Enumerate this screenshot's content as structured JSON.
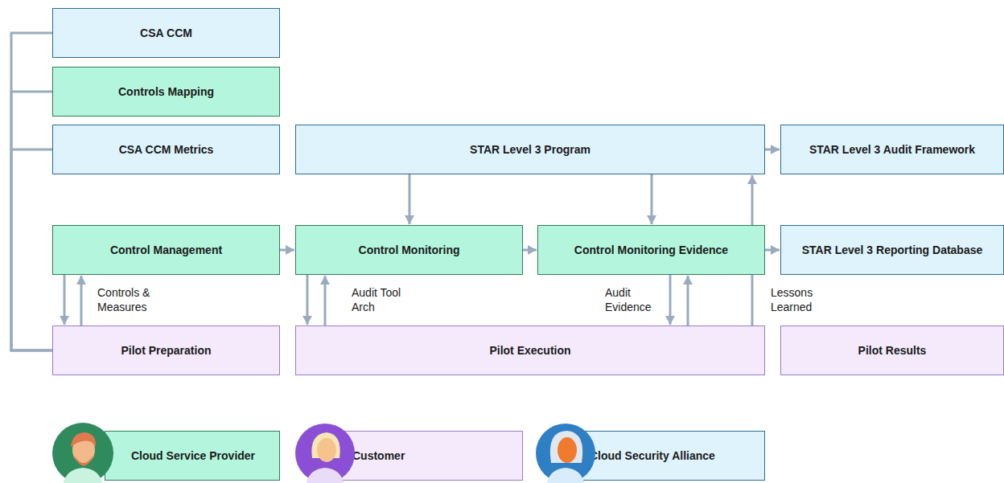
{
  "diagram": {
    "nodes": [
      {
        "text": [
          "CSA CCM"
        ]
      },
      {
        "text": [
          "Controls Mapping"
        ]
      },
      {
        "text": [
          "CSA CCM Metrics"
        ]
      },
      {
        "text": [
          "STAR Level 3 Program"
        ]
      },
      {
        "text": [
          "STAR Level 3 Audit Framework"
        ]
      },
      {
        "text": [
          "Control Management"
        ]
      },
      {
        "text": [
          "Control Monitoring"
        ]
      },
      {
        "text": [
          "Control Monitoring Evidence"
        ]
      },
      {
        "text": [
          "STAR Level 3 Reporting Database"
        ]
      },
      {
        "text": [
          "Pilot Preparation"
        ]
      },
      {
        "text": [
          "Pilot Execution"
        ]
      },
      {
        "text": [
          "Pilot Results"
        ]
      }
    ],
    "edges": [
      {
        "from": 9,
        "to": 0,
        "arrow": "none"
      },
      {
        "from": 9,
        "to": 1,
        "arrow": "none"
      },
      {
        "from": 9,
        "to": 2,
        "arrow": "none"
      },
      {
        "from": 3,
        "to": 4,
        "arrow": "to"
      },
      {
        "from": 3,
        "to": 6,
        "arrow": "to"
      },
      {
        "from": 3,
        "to": 7,
        "arrow": "to"
      },
      {
        "from": 5,
        "to": 6,
        "arrow": "to"
      },
      {
        "from": 6,
        "to": 7,
        "arrow": "to"
      },
      {
        "from": 7,
        "to": 8,
        "arrow": "to"
      },
      {
        "from": 5,
        "to": 9,
        "arrow": "to"
      },
      {
        "from": 9,
        "to": 5,
        "arrow": "to",
        "label": "Controls & Measures"
      },
      {
        "from": 6,
        "to": 10,
        "arrow": "to"
      },
      {
        "from": 10,
        "to": 6,
        "arrow": "to",
        "label": "Audit Tool Arch"
      },
      {
        "from": 7,
        "to": 10,
        "arrow": "to",
        "label": "Audit Evidence"
      },
      {
        "from": 10,
        "to": 7,
        "arrow": "to"
      },
      {
        "from": 10,
        "to": 3,
        "arrow": "to",
        "label": "Lessons Learned"
      }
    ],
    "legend": [
      {
        "text": "Cloud Service Provider",
        "color": "#b4f6dd"
      },
      {
        "text": "Customer",
        "color": "#f4eafc"
      },
      {
        "text": "Cloud Security Alliance",
        "color": "#def3fc"
      }
    ]
  }
}
